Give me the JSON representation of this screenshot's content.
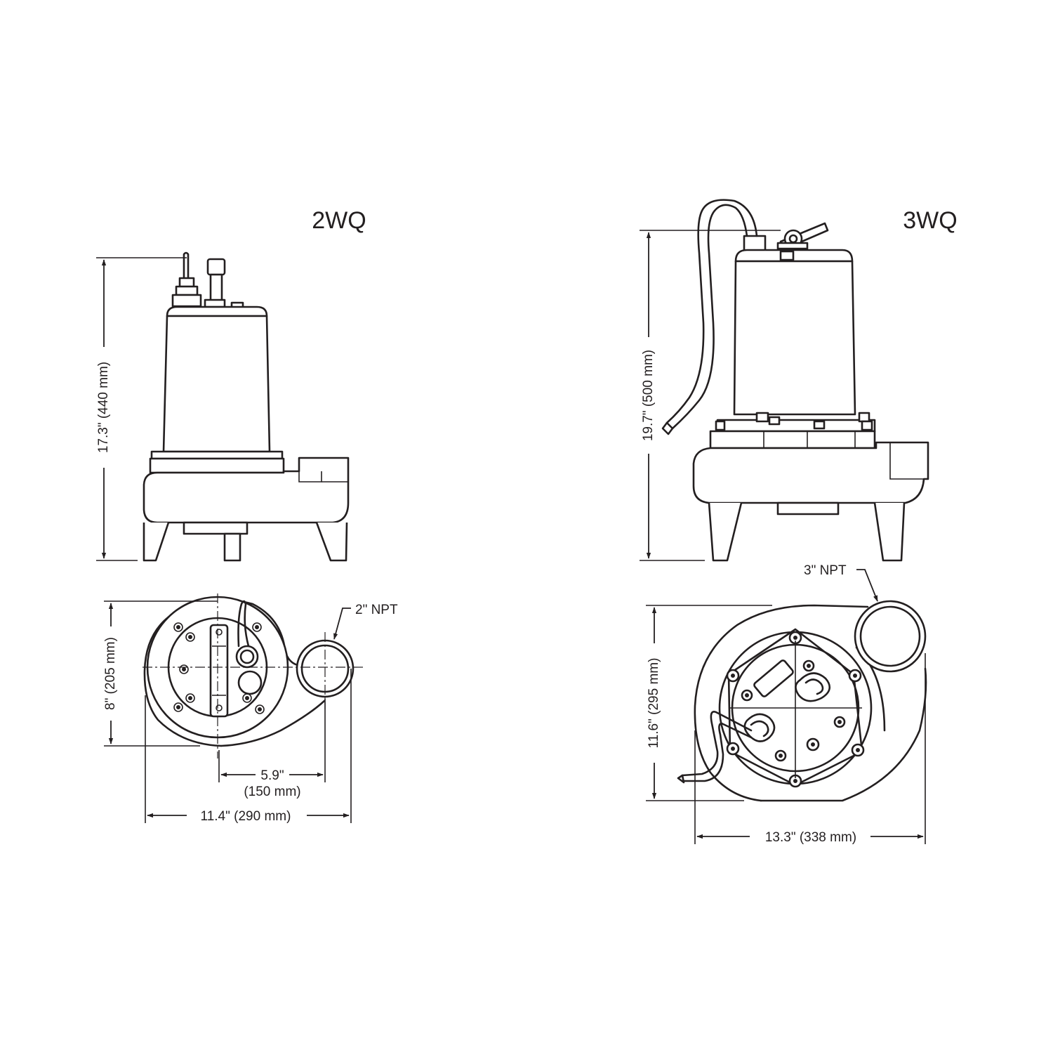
{
  "models": {
    "left": {
      "name": "2WQ",
      "height_label": "17.3\" (440 mm)",
      "width_label": "11.4\" (290 mm)",
      "depth_label": "8\" (205 mm)",
      "offset_label_in": "5.9\"",
      "offset_label_mm": "(150 mm)",
      "discharge_label": "2\" NPT"
    },
    "right": {
      "name": "3WQ",
      "height_label": "19.7\" (500 mm)",
      "width_label": "13.3\" (338 mm)",
      "depth_label": "11.6\" (295 mm)",
      "discharge_label": "3\" NPT"
    }
  }
}
